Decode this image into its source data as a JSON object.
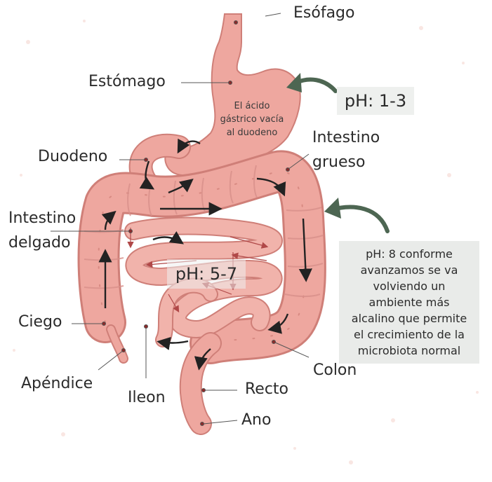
{
  "colors": {
    "organ_fill": "#eea79f",
    "organ_stroke": "#cf7f78",
    "arrow_green": "#4d6652",
    "text": "#2b2b2b"
  },
  "labels": {
    "esofago": "Esófago",
    "estomago": "Estómago",
    "duodeno": "Duodeno",
    "intestino_grueso_1": "Intestino",
    "intestino_grueso_2": "grueso",
    "intestino_delgado_1": "Intestino",
    "intestino_delgado_2": "delgado",
    "ciego": "Ciego",
    "apendice": "Apéndice",
    "ileon": "Ileon",
    "recto": "Recto",
    "ano": "Ano",
    "colon": "Colon"
  },
  "notes": {
    "gastric_lines": [
      "El ácido",
      "gástrico vacía",
      "al duodeno"
    ],
    "ph_stomach": "pH: 1-3",
    "ph_small": "pH: 5-7",
    "ph_large_lines": [
      "pH: 8 conforme",
      "avanzamos se va",
      "volviendo un",
      "ambiente más",
      "alcalino que permite",
      "el crecimiento de la",
      "microbiota normal"
    ]
  }
}
